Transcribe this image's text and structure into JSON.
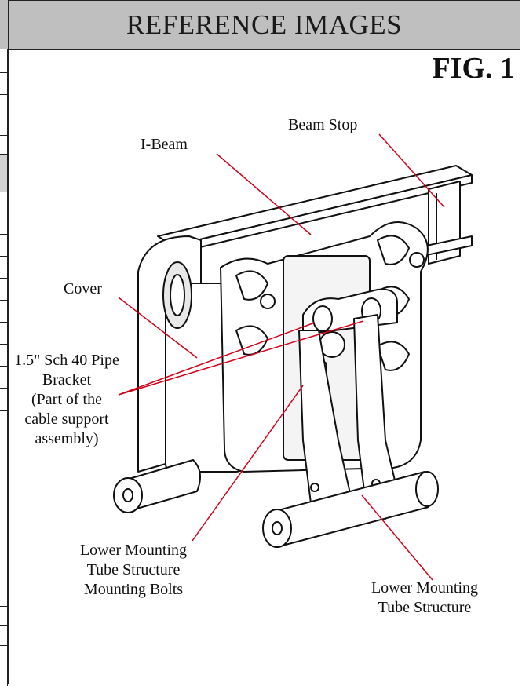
{
  "header": {
    "title": "REFERENCE IMAGES"
  },
  "figure": {
    "label": "FIG. 1"
  },
  "callouts": {
    "beam_stop": "Beam Stop",
    "i_beam": "I-Beam",
    "cover": "Cover",
    "pipe_bracket_1": "1.5\" Sch 40 Pipe",
    "pipe_bracket_2": "Bracket",
    "pipe_bracket_3": "(Part of the",
    "pipe_bracket_4": "cable support",
    "pipe_bracket_5": "assembly)",
    "lower_bolts_1": "Lower Mounting",
    "lower_bolts_2": "Tube Structure",
    "lower_bolts_3": "Mounting Bolts",
    "lower_tube_1": "Lower Mounting",
    "lower_tube_2": "Tube Structure"
  },
  "colors": {
    "leader_line": "#d0021b",
    "header_bg": "#bfbfbf"
  }
}
